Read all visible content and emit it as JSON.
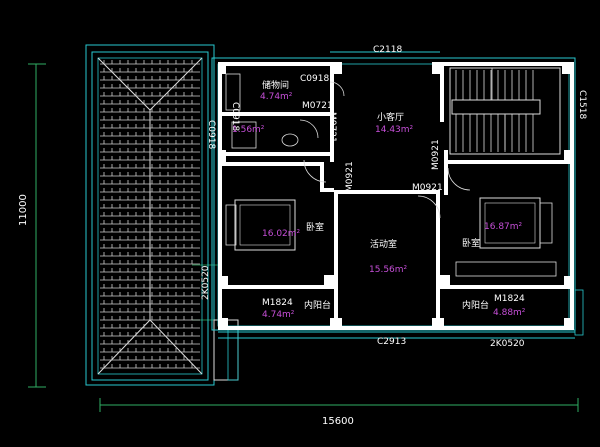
{
  "dimensions": {
    "width_total": "15600",
    "height_total": "11000",
    "left_side_labels": [
      "2K0520",
      "C0918"
    ]
  },
  "rooms": {
    "storage": {
      "name": "储物间",
      "area": "4.74m²"
    },
    "bath": {
      "area": "1.56m²"
    },
    "lounge": {
      "name": "小客厅",
      "area": "14.43m²"
    },
    "stair": {
      "code": "C1518"
    },
    "bedroom_left": {
      "name": "卧室",
      "area": "16.02m²"
    },
    "activity": {
      "name": "活动室",
      "area": "15.56m²"
    },
    "bedroom_right": {
      "name": "卧室",
      "area": "16.87m²"
    },
    "balcony_left": {
      "name": "内阳台",
      "area": "4.74m²",
      "door": "M1824"
    },
    "balcony_right": {
      "name": "内阳台",
      "area": "4.88m²",
      "door": "M1824"
    }
  },
  "openings": {
    "top_window": "C2118",
    "storage_window": "C0918",
    "storage_door": "M0721",
    "bath_door": "M0721",
    "door_left": "M0921",
    "door_mid": "M0921",
    "door_right": "M0921",
    "bottom_window": "C2913",
    "bottom_right_window": "2K0520"
  },
  "colors": {
    "background": "#000000",
    "dimension_lines": "#2fae63",
    "walls": "#ffffff",
    "window_lines": "#29c9cf",
    "area_text": "#c64fd8"
  }
}
